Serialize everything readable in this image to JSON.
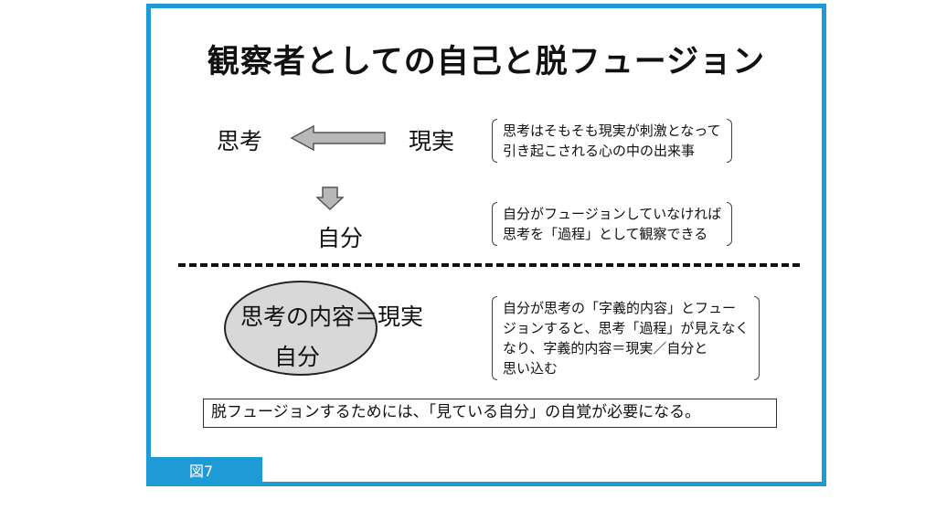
{
  "title": "観察者としての自己と脱フュージョン",
  "top": {
    "thought": "思考",
    "reality": "現実",
    "self": "自分",
    "note1": [
      "思考はそもそも現実が刺激となって",
      "引き起こされる心の中の出来事"
    ],
    "note2": [
      "自分がフュージョンしていなければ",
      "思考を「過程」として観察できる"
    ]
  },
  "bottom": {
    "equation": "思考の内容＝現実",
    "self": "自分",
    "note3": [
      "自分が思考の「字義的内容」とフュー",
      "ジョンすると、思考「過程」が見えなく",
      "なり、字義的内容＝現実／自分と",
      "思い込む"
    ]
  },
  "summary": "脱フュージョンするためには、「見ている自分」の自覚が必要になる。",
  "figure_label": "図7",
  "colors": {
    "accent": "#1e9ad6",
    "arrow_fill": "#b8b8b8",
    "ellipse_fill": "#d8d8d8"
  }
}
